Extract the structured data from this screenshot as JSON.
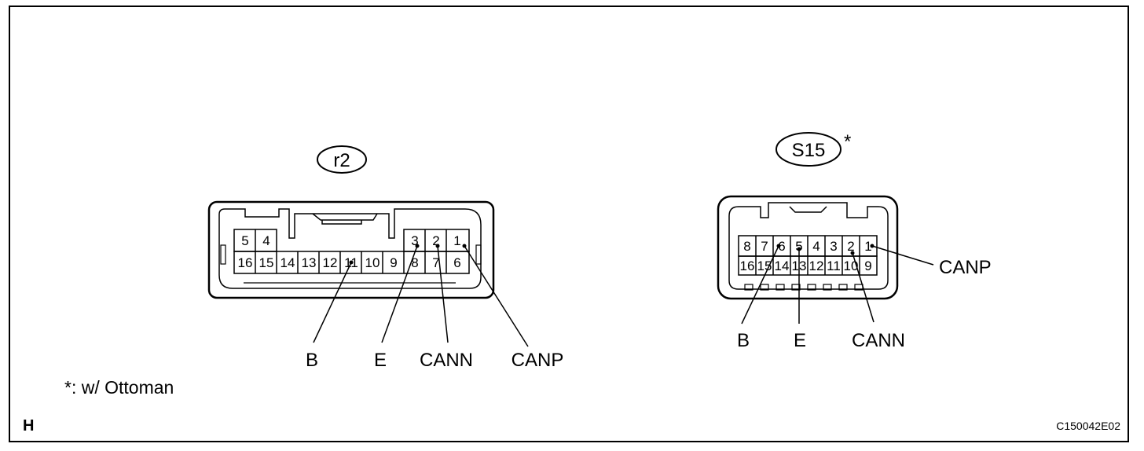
{
  "connectors": [
    {
      "id": "r2",
      "tag": "r2",
      "pins": [
        "5",
        "4",
        "3",
        "2",
        "1",
        "16",
        "15",
        "14",
        "13",
        "12",
        "11",
        "10",
        "9",
        "8",
        "7",
        "6"
      ],
      "signals": [
        "B",
        "E",
        "CANN",
        "CANP"
      ]
    },
    {
      "id": "s15",
      "tag": "S15",
      "tag_mark": "*",
      "pins": [
        "8",
        "7",
        "6",
        "5",
        "4",
        "3",
        "2",
        "1",
        "16",
        "15",
        "14",
        "13",
        "12",
        "11",
        "10",
        "9"
      ],
      "signals": [
        "CANP",
        "B",
        "E",
        "CANN"
      ]
    }
  ],
  "note": "*: w/ Ottoman",
  "corner_label": "H",
  "figure_code": "C150042E02"
}
